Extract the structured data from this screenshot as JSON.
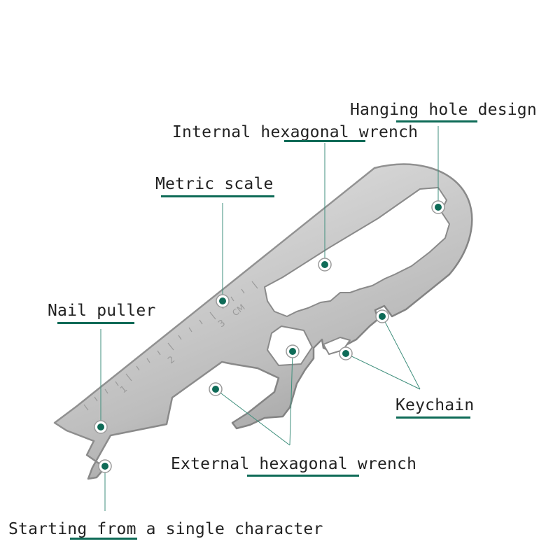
{
  "labels": {
    "hanging_hole": "Hanging hole design",
    "internal_hex": "Internal hexagonal wrench",
    "metric_scale": "Metric scale",
    "nail_puller": "Nail puller",
    "keychain": "Keychain",
    "external_hex": "External hexagonal wrench",
    "starting": "Starting from a single character"
  },
  "scale_marks": {
    "n1": "1",
    "n2": "2",
    "n3": "3",
    "unit": "CM"
  },
  "colors": {
    "accent": "#0e6b57",
    "leader_line": "#3f8f7c",
    "steel_light": "#e4e4e4",
    "steel_mid": "#c4c4c4",
    "steel_dark": "#8f8f8f",
    "text": "#222222",
    "background": "#ffffff"
  },
  "icons": {
    "marker": "teal-dot-icon"
  }
}
